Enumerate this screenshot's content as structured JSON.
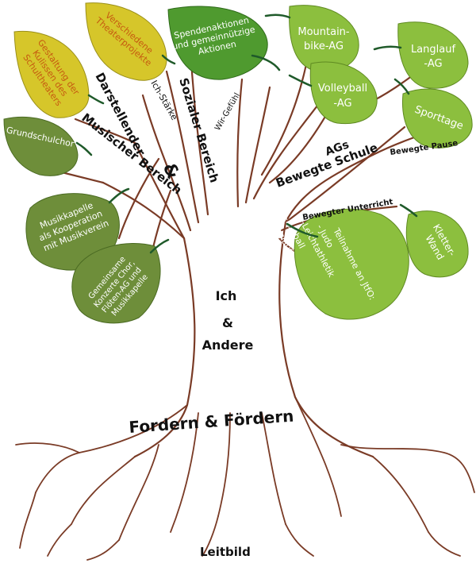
{
  "center": {
    "line1": "Ich",
    "line2": "&",
    "line3": "Andere"
  },
  "roots_label": "Fordern & Fördern",
  "footer": "Leitbild",
  "colors": {
    "trunk": "#7a3b26",
    "yellow_leaf": "#d6c62a",
    "dark_green_leaf": "#4f9a2f",
    "olive_leaf": "#6e8e3a",
    "light_green_leaf": "#8cbf3e",
    "orange_text": "#c65a10",
    "white_text": "#ffffff",
    "stem": "#1f5a2a"
  },
  "branches": {
    "art": {
      "line1": "Darstellender",
      "amp": "&",
      "line2": "Musischer Bereich"
    },
    "social": {
      "label": "Sozialer Bereich",
      "sub1": "Ich-Stärke",
      "sub2": "Wir-Gefühl"
    },
    "sport": {
      "ags": "AGs",
      "label": "Bewegte Schule",
      "pause": "Bewegte Pause",
      "unterricht": "Bewegter Unterricht"
    }
  },
  "leaves": {
    "kulissen": "Gestaltung der Kulissen des Schultheaters",
    "theater": "Verschiedene Theaterprojekte",
    "spenden": "Spendenaktionen und gemeinnützige Aktionen",
    "mountain": "Mountain-bike-AG",
    "langlauf": "Langlauf -AG",
    "volleyball": "Volleyball -AG",
    "sporttage": "Sporttage",
    "grundschulchor": "Grundschulchor",
    "musikkapelle": "Musikkapelle als Kooperation mit Musikverein",
    "konzerte": "Gemeinsame Konzerte Chor, Flöten-AG und Musikkapelle",
    "jtfo": "Teilnahme an JtfO: -Judo -Leichtathletik -Fußball -Langlauf",
    "kletterwand": "Kletter-Wand"
  }
}
